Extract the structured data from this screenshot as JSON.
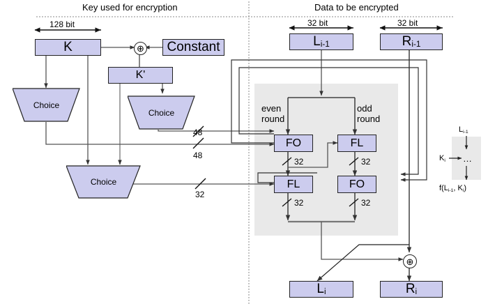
{
  "diagram": {
    "title_left": "Key used for encryption",
    "title_right": "Data to be encrypted",
    "colors": {
      "box_fill": "#ccccee",
      "box_stroke": "#222222",
      "shade_fill": "#e9e9e9",
      "wire": "#555555",
      "wire_dark": "#222222",
      "background": "#ffffff"
    }
  },
  "key_side": {
    "width_label": "128 bit",
    "k_box": "K",
    "constant_box": "Constant",
    "kprime_box": "K'",
    "xor_symbol": "⊕",
    "choice_top": "Choice",
    "choice_mid": "Choice",
    "choice_bottom": "Choice",
    "wire_labels": {
      "top_48": "48",
      "bottom_48": "48",
      "bottom_32": "32"
    }
  },
  "data_side": {
    "width_label_left": "32 bit",
    "width_label_right": "32 bit",
    "input_left": "L",
    "input_left_sub": "i-1",
    "input_right": "R",
    "input_right_sub": "i-1",
    "output_left": "L",
    "output_left_sub": "i",
    "output_right": "R",
    "output_right_sub": "i",
    "even_round_line1": "even",
    "even_round_line2": "round",
    "odd_round_line1": "odd",
    "odd_round_line2": "round",
    "xor_symbol": "⊕",
    "blocks": [
      {
        "name": "fo-even-1",
        "label": "FO"
      },
      {
        "name": "fl-odd-1",
        "label": "FL"
      },
      {
        "name": "fl-even-2",
        "label": "FL"
      },
      {
        "name": "fo-odd-2",
        "label": "FO"
      }
    ],
    "bus_labels": [
      "32",
      "32",
      "32",
      "32"
    ]
  },
  "legend": {
    "input": "L",
    "input_sub": "i-1",
    "key": "K",
    "key_sub": "i",
    "body": "…",
    "output_prefix": "f(L",
    "output_sub1": "i-1",
    "output_mid": ", K",
    "output_sub2": "i",
    "output_suffix": ")"
  }
}
